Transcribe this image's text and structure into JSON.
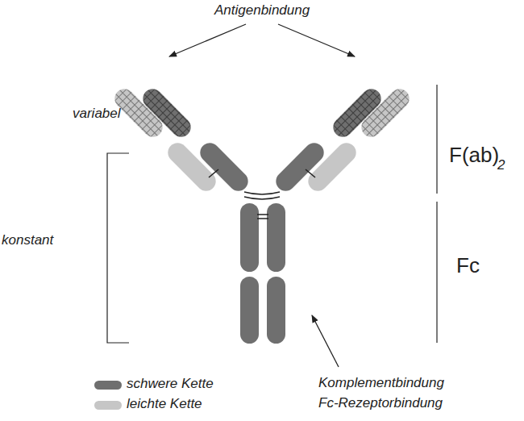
{
  "diagram": {
    "labels": [
      "Antigenbindung",
      "variabel",
      "konstant",
      "F(ab)",
      "2",
      "Fc",
      "Komplementbindung",
      "Fc-Rezeptorbindung"
    ],
    "legend": [
      {
        "text": "schwere Kette",
        "color": "#6f6f6f"
      },
      {
        "text": "leichte Kette",
        "color": "#c6c6c6"
      }
    ]
  }
}
